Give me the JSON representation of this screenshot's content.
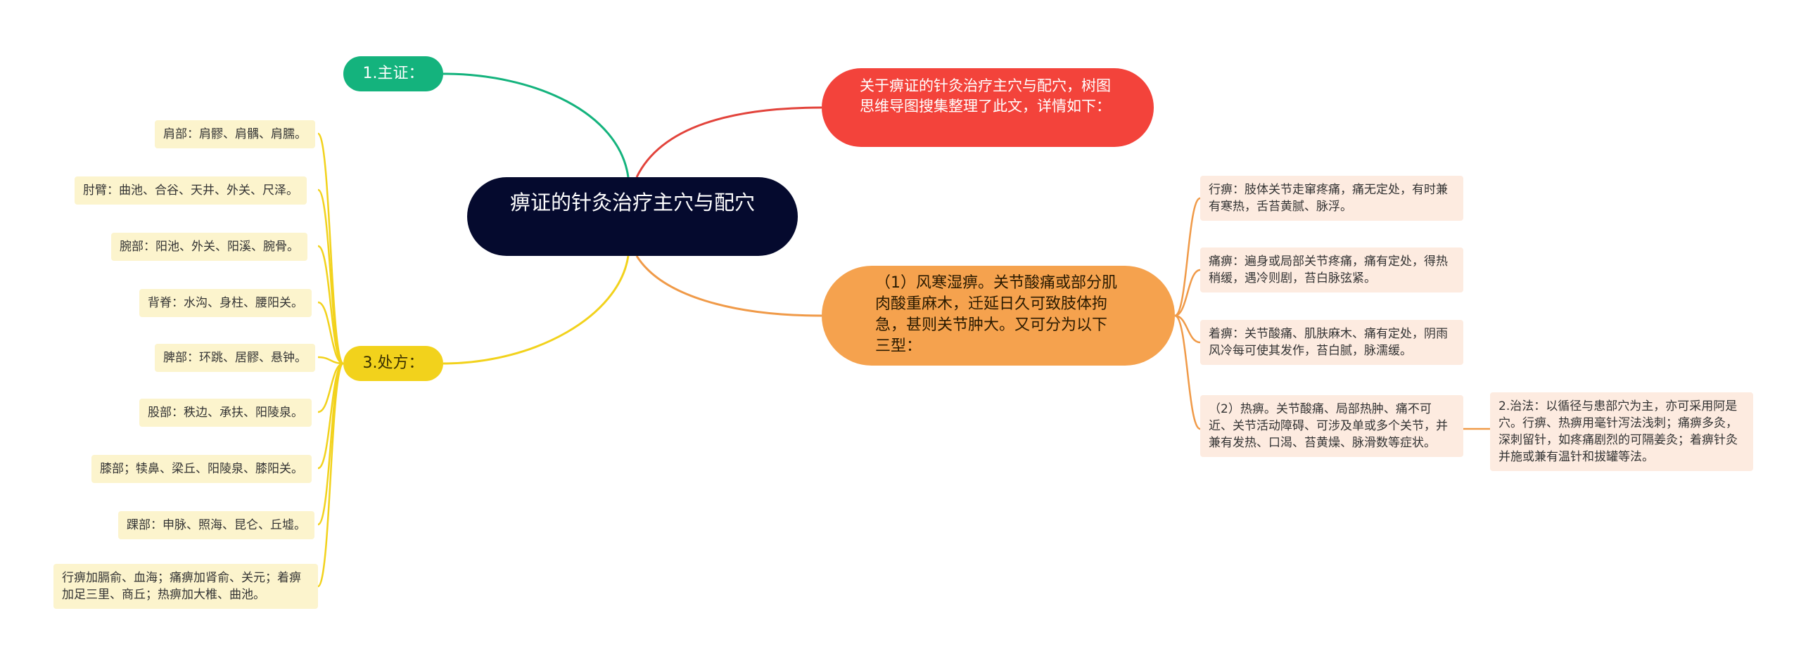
{
  "center": {
    "title": "痹证的针灸治疗主穴与配穴"
  },
  "branches": {
    "main_symptom": {
      "label": "1.主证："
    },
    "prescription": {
      "label": "3.处方："
    },
    "intro": {
      "text": "关于痹证的针灸治疗主穴与配穴，树图思维导图搜集整理了此文，详情如下："
    },
    "wind_cold": {
      "text": "（1）风寒湿痹。关节酸痛或部分肌肉酸重麻木，迁延日久可致肢体拘急，甚则关节肿大。又可分为以下三型："
    }
  },
  "prescription_leaves": [
    "肩部：肩髎、肩髃、肩臑。",
    "肘臂：曲池、合谷、天井、外关、尺泽。",
    "腕部：阳池、外关、阳溪、腕骨。",
    "背脊：水沟、身柱、腰阳关。",
    "脾部：环跳、居髎、悬钟。",
    "股部：秩边、承扶、阳陵泉。",
    "膝部；犊鼻、梁丘、阳陵泉、膝阳关。",
    "踝部：申脉、照海、昆仑、丘墟。",
    "行痹加膈俞、血海；痛痹加肾俞、关元；着痹加足三里、商丘；热痹加大椎、曲池。"
  ],
  "symptom_leaves": [
    "行痹：肢体关节走窜疼痛，痛无定处，有时兼有寒热，舌苔黄腻、脉浮。",
    "痛痹：遍身或局部关节疼痛，痛有定处，得热稍缓，遇冷则剧，苔白脉弦紧。",
    "着痹：关节酸痛、肌肤麻木、痛有定处，阴雨风冷每可使其发作，苔白腻，脉濡缓。",
    "（2）热痹。关节酸痛、局部热肿、痛不可近、关节活动障碍、可涉及单或多个关节，并兼有发热、口渴、苔黄燥、脉滑数等症状。"
  ],
  "treatment_leaf": "2.治法：以循径与患部穴为主，亦可采用阿是穴。行痹、热痹用毫针泻法浅刺；痛痹多灸，深刺留针，如疼痛剧烈的可隔姜灸；着痹针灸并施或兼有温针和拔罐等法。",
  "colors": {
    "center": "#050a2e",
    "green": "#14b37d",
    "yellow": "#f2d21c",
    "red": "#f3433b",
    "orange": "#f5a24e",
    "leaf_yellow": "#fcf4cd",
    "leaf_peach": "#fdebe0"
  }
}
